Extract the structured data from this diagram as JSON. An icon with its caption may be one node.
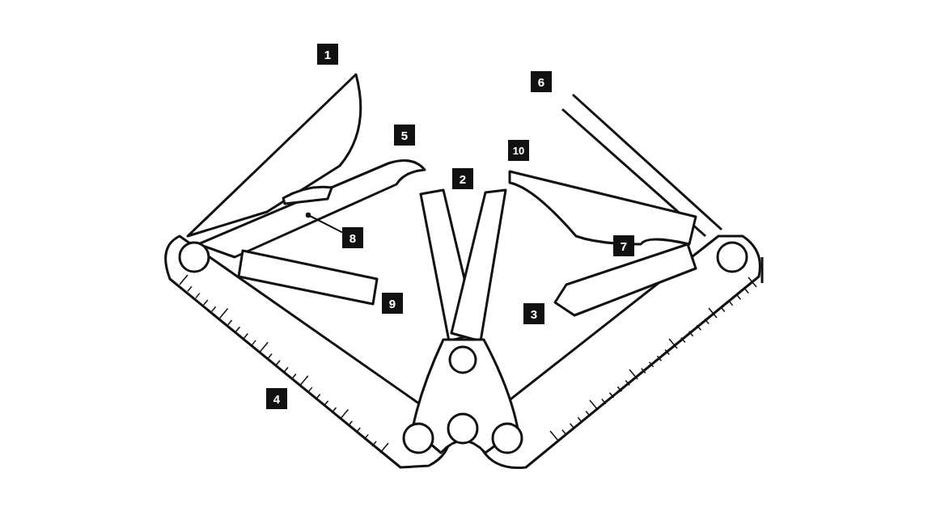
{
  "diagram": {
    "nodes": [
      {
        "text": [
          "1"
        ]
      },
      {
        "text": [
          "6"
        ]
      },
      {
        "text": [
          "5"
        ]
      },
      {
        "text": [
          "10"
        ]
      },
      {
        "text": [
          "2"
        ]
      },
      {
        "text": [
          "7"
        ]
      },
      {
        "text": [
          "8"
        ]
      },
      {
        "text": [
          "9"
        ]
      },
      {
        "text": [
          "3"
        ]
      },
      {
        "text": [
          "4"
        ]
      }
    ],
    "edges": [
      {
        "from": null,
        "to": 6,
        "arrow": "other"
      }
    ]
  }
}
